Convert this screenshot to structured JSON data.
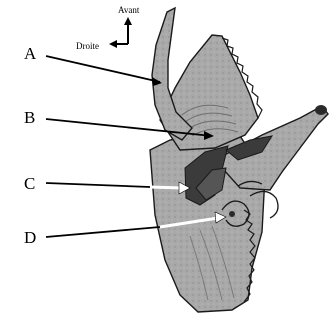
{
  "labels": {
    "a": "A",
    "b": "B",
    "c": "C",
    "d": "D"
  },
  "compass": {
    "forward": "Avant",
    "right": "Droite"
  },
  "colors": {
    "shell": "#a9a9a9",
    "dark": "#3b3b3b",
    "outline": "#1a1a1a",
    "arrow_fill": "#ffffff"
  }
}
